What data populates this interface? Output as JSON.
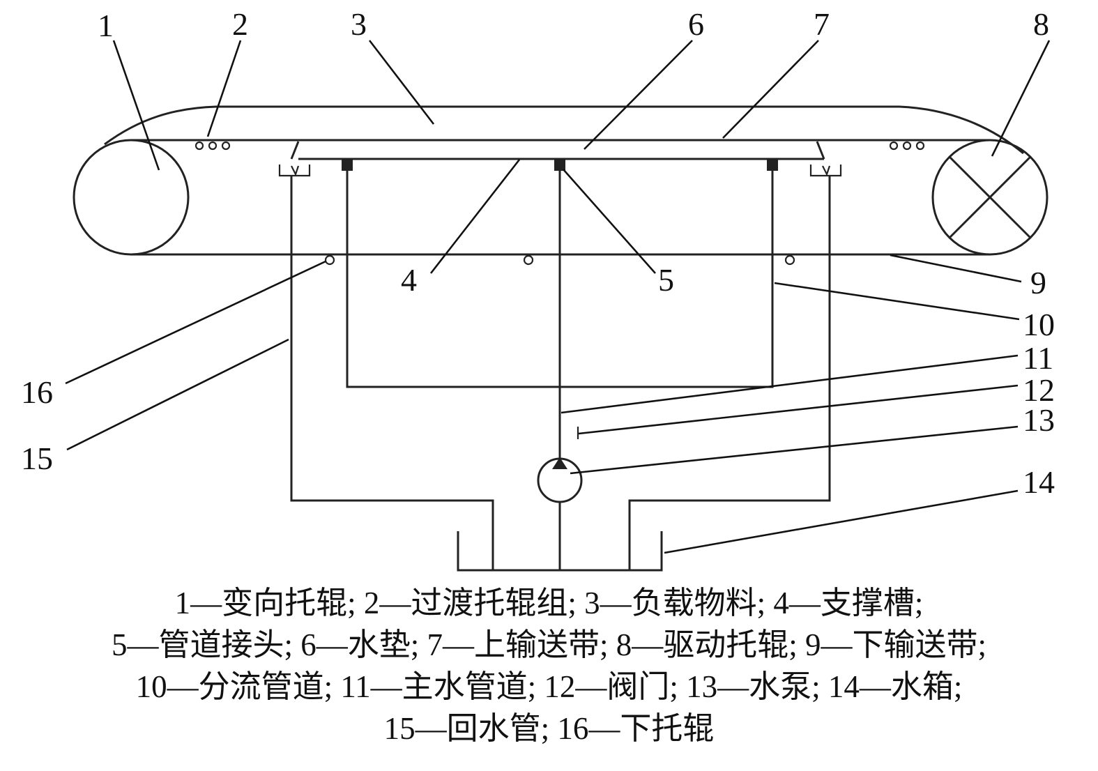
{
  "callouts": [
    "1",
    "2",
    "3",
    "4",
    "5",
    "6",
    "7",
    "8",
    "9",
    "10",
    "11",
    "12",
    "13",
    "14",
    "15",
    "16"
  ],
  "legend": [
    "1—变向托辊; 2—过渡托辊组; 3—负载物料; 4—支撑槽;",
    "5—管道接头; 6—水垫; 7—上输送带; 8—驱动托辊; 9—下输送带;",
    "10—分流管道; 11—主水管道; 12—阀门; 13—水泵; 14—水箱;",
    "15—回水管; 16—下托辊"
  ]
}
